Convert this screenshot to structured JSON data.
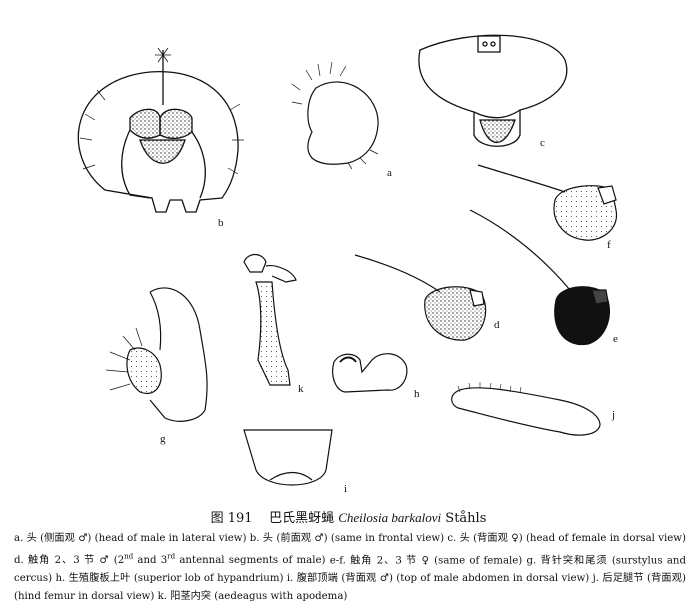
{
  "figure": {
    "number": "图 191",
    "title_zh": "巴氏黑蚜蝇",
    "species": "Cheilosia barkalovi",
    "author": "Ståhls"
  },
  "panel_labels": {
    "a": "a",
    "b": "b",
    "c": "c",
    "d": "d",
    "e": "e",
    "f": "f",
    "g": "g",
    "h": "h",
    "i": "i",
    "j": "j",
    "k": "k"
  },
  "legend": {
    "a_pre": "a. 头 (侧面观 ♂) (head of male in lateral view)",
    "b_pre": "b. 头 (前面观 ♂) (same in frontal view)",
    "c_pre": "c. 头 (背面观 ♀) (head of female in dorsal view)",
    "d_a": "d. 触角 2、3 节 ♂ (2",
    "d_sup1": "nd",
    "d_b": " and 3",
    "d_sup2": "rd",
    "d_c": " antennal segments of male)",
    "ef": "e-f. 触角 2、3 节 ♀ (same of female)",
    "g": "g. 背针突和尾须 (surstylus and cercus)",
    "h": "h. 生殖腹板上叶 (superior lob of hypandrium)",
    "i": "i. 腹部顶端 (背面观 ♂) (top of male abdomen in dorsal view)",
    "j": "j. 后足腿节 (背面观) (hind femur in dorsal view)",
    "k": "k. 阳茎内突 (aedeagus with apodema)"
  }
}
